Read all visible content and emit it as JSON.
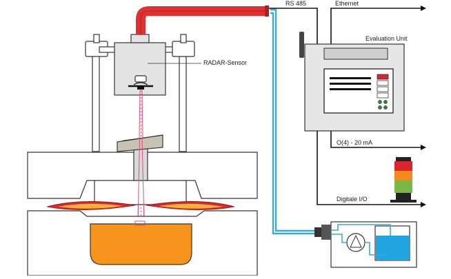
{
  "labels": {
    "rs485": "RS 485",
    "ethernet": "Ethernet",
    "evaluation_unit": "Evaluation Unit",
    "radar_sensor": "RADAR-Sensor",
    "analog_output": "O(4) - 20 mA",
    "digital_io": "Digitale I/O"
  },
  "colors": {
    "cable_red": "#e0302f",
    "cable_blue": "#3aa9d8",
    "housing_gray": "#e6e6e6",
    "melt_orange": "#f7941d",
    "beam": "#d94f7a",
    "water": "#1fa4e0",
    "lamp_red": "#d9262c",
    "lamp_orange": "#f28a1d",
    "lamp_green": "#7ab648"
  },
  "icons": {
    "signal_tower": "signal-tower-icon",
    "pump": "pump-icon",
    "antenna": "antenna-icon"
  }
}
